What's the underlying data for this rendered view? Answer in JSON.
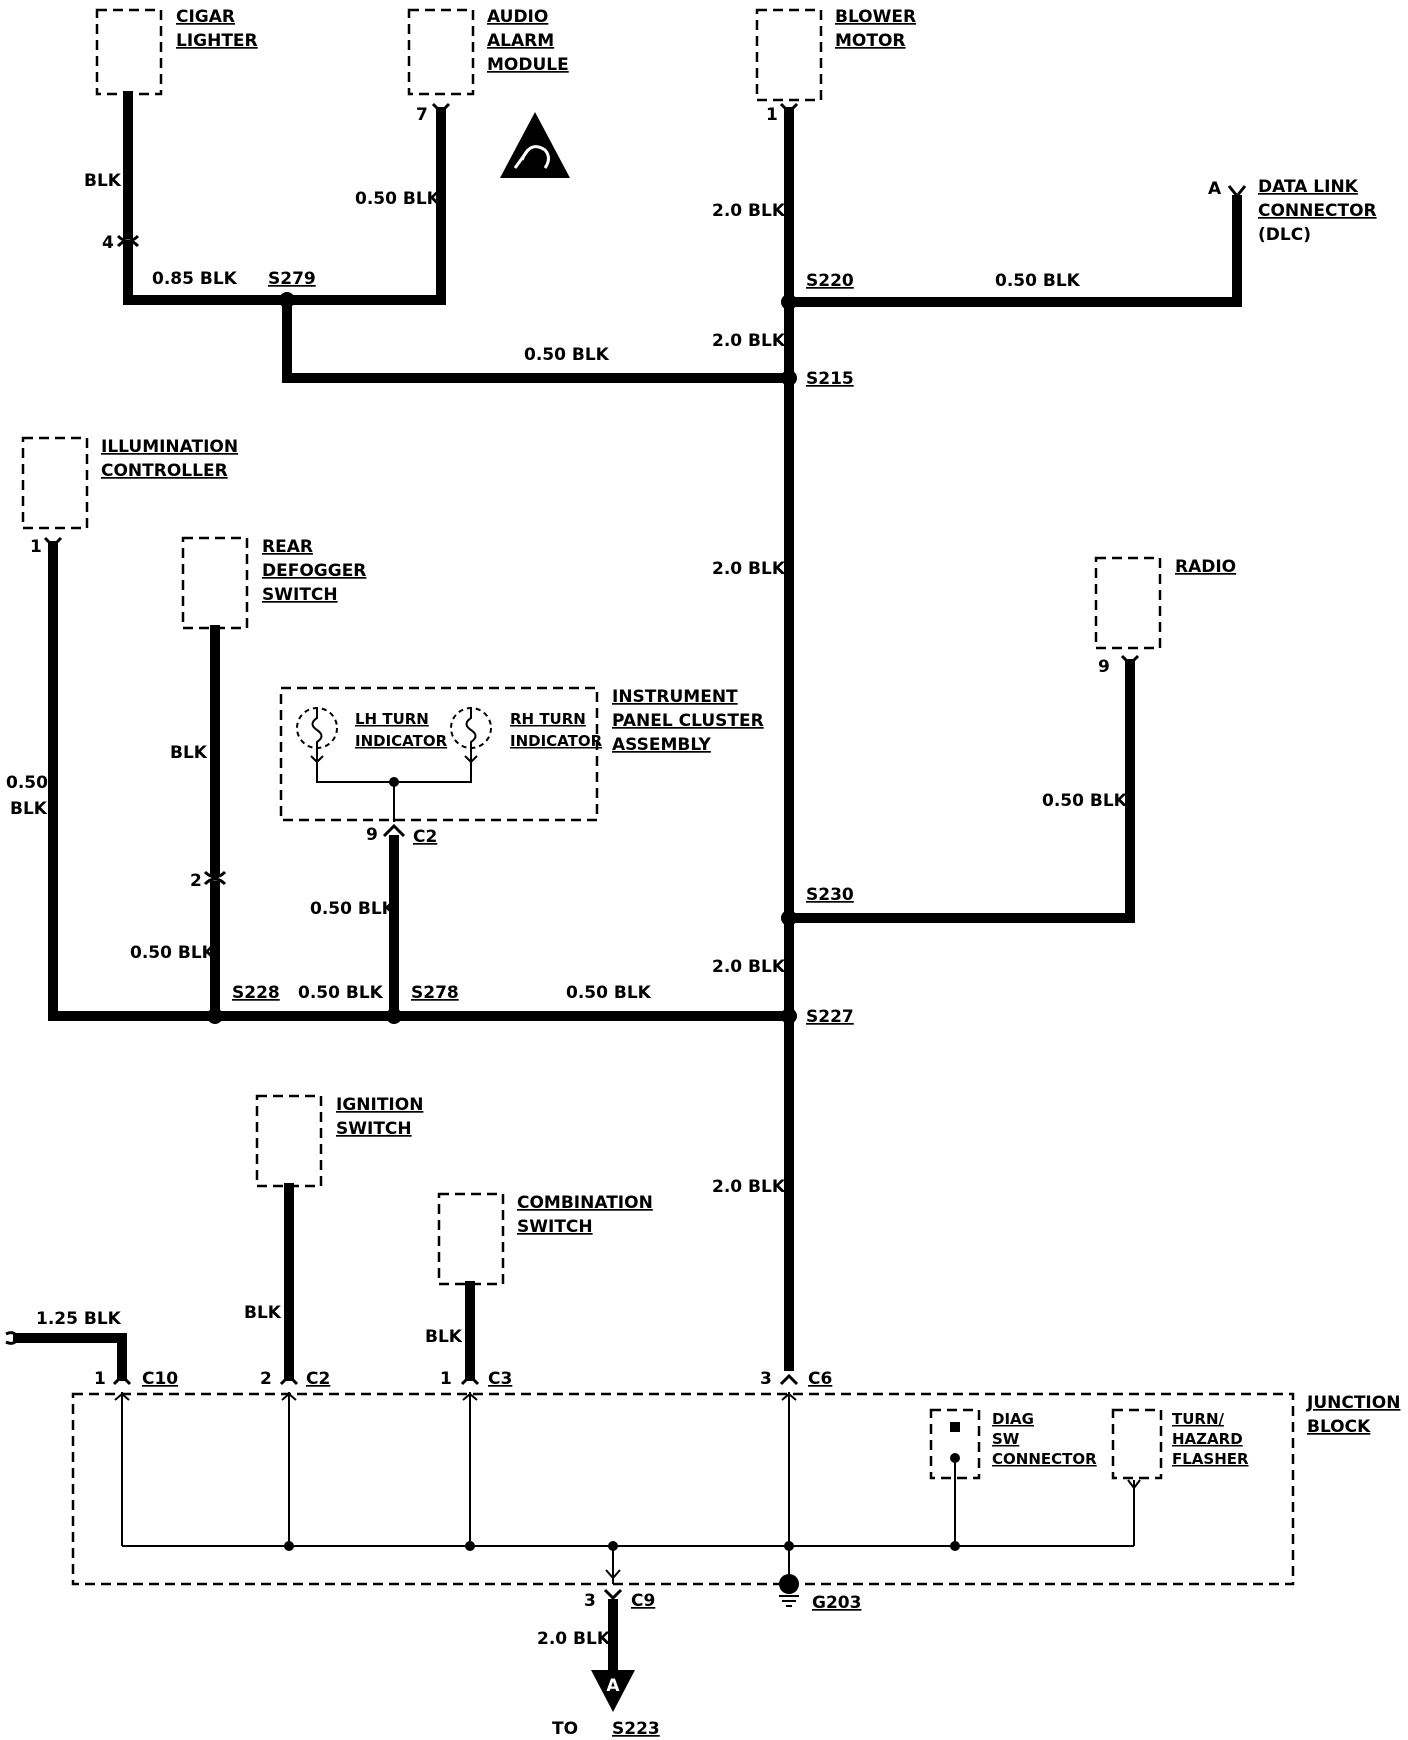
{
  "colors": {
    "ink": "#000000",
    "paper": "#ffffff"
  },
  "components": {
    "cigar_lighter": [
      "CIGAR",
      "LIGHTER"
    ],
    "audio_alarm_module": [
      "AUDIO",
      "ALARM",
      "MODULE"
    ],
    "blower_motor": [
      "BLOWER",
      "MOTOR"
    ],
    "data_link_connector": [
      "DATA LINK",
      "CONNECTOR",
      "(DLC)"
    ],
    "illumination_controller": [
      "ILLUMINATION",
      "CONTROLLER"
    ],
    "rear_defogger_switch": [
      "REAR",
      "DEFOGGER",
      "SWITCH"
    ],
    "instrument_panel_cluster": [
      "INSTRUMENT",
      "PANEL CLUSTER",
      "ASSEMBLY"
    ],
    "lh_turn_indicator": [
      "LH TURN",
      "INDICATOR"
    ],
    "rh_turn_indicator": [
      "RH TURN",
      "INDICATOR"
    ],
    "radio": [
      "RADIO"
    ],
    "ignition_switch": [
      "IGNITION",
      "SWITCH"
    ],
    "combination_switch": [
      "COMBINATION",
      "SWITCH"
    ],
    "junction_block": [
      "JUNCTION",
      "BLOCK"
    ],
    "diag_sw_connector": [
      "DIAG",
      "SW",
      "CONNECTOR"
    ],
    "turn_hazard_flasher": [
      "TURN/",
      "HAZARD",
      "FLASHER"
    ]
  },
  "wires": {
    "cigar_blk": "BLK",
    "cigar_085": "0.85 BLK",
    "audio_050": "0.50 BLK",
    "blower_20": "2.0 BLK",
    "dlc_050": "0.50 BLK",
    "s220_s215_20": "2.0 BLK",
    "s279_s215_050": "0.50 BLK",
    "trunk_20": "2.0 BLK",
    "radio_050": "0.50 BLK",
    "s230_s227_20": "2.0 BLK",
    "illum_050": [
      "0.50",
      "BLK"
    ],
    "defog_blk": "BLK",
    "defog_050": "0.50 BLK",
    "cluster_050": "0.50 BLK",
    "s228_s278_050": "0.50 BLK",
    "s278_s227_050": "0.50 BLK",
    "lower_trunk_20": "2.0 BLK",
    "ignition_blk": "BLK",
    "combination_blk": "BLK",
    "left_125": "1.25 BLK",
    "output_20": "2.0 BLK"
  },
  "splices": {
    "s279": "S279",
    "s220": "S220",
    "s215": "S215",
    "s230": "S230",
    "s228": "S228",
    "s278": "S278",
    "s227": "S227"
  },
  "pins": {
    "audio": "7",
    "blower": "1",
    "dlc": "A",
    "cigar": "4",
    "illum": "1",
    "defog": "2",
    "radio": "9",
    "cluster": "9",
    "cluster_conn": "C2",
    "jb_c10_pin": "1",
    "jb_c10": "C10",
    "jb_c2_pin": "2",
    "jb_c2": "C2",
    "jb_c3_pin": "1",
    "jb_c3": "C3",
    "jb_c6_pin": "3",
    "jb_c6": "C6",
    "jb_c9_pin": "3",
    "jb_c9": "C9"
  },
  "ground": "G203",
  "offpage": {
    "letter": "A",
    "to_prefix": "TO ",
    "to_target": "S223"
  }
}
